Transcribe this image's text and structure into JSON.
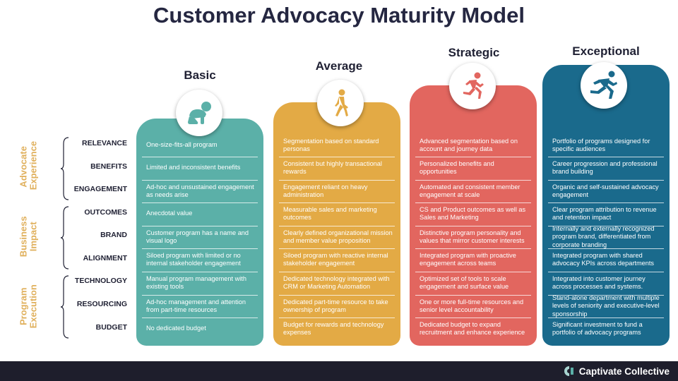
{
  "title": "Customer Advocacy Maturity Model",
  "levels": [
    "Basic",
    "Average",
    "Strategic",
    "Exceptional"
  ],
  "groups": [
    {
      "label": "Advocate Experience",
      "color": "#e0b05c"
    },
    {
      "label": "Business Impact",
      "color": "#e0b05c"
    },
    {
      "label": "Program Execution",
      "color": "#e0b05c"
    }
  ],
  "row_labels": [
    "RELEVANCE",
    "BENEFITS",
    "ENGAGEMENT",
    "OUTCOMES",
    "BRAND",
    "ALIGNMENT",
    "TECHNOLOGY",
    "RESOURCING",
    "BUDGET"
  ],
  "columns": [
    {
      "level": "Basic",
      "color": "#5bb0a8",
      "icon": "crawling-baby-icon",
      "cells": [
        "One-size-fits-all program",
        "Limited and inconsistent benefits",
        "Ad-hoc and unsustained engagement as needs arise",
        "Anecdotal value",
        "Customer program has a name and visual logo",
        "Siloed program with limited or no internal stakeholder engagement",
        "Manual program management with existing tools",
        "Ad-hoc management and attention from part-time resources",
        "No dedicated budget"
      ]
    },
    {
      "level": "Average",
      "color": "#e3aa45",
      "icon": "walking-person-icon",
      "cells": [
        "Segmentation based on standard personas",
        "Consistent but highly transactional rewards",
        "Engagement reliant on heavy administration",
        "Measurable sales and marketing outcomes",
        "Clearly defined organizational mission and member value proposition",
        "Siloed program with reactive internal stakeholder engagement",
        "Dedicated technology integrated with CRM or Marketing Automation",
        "Dedicated part-time resource to take ownership of program",
        "Budget for rewards and technology expenses"
      ]
    },
    {
      "level": "Strategic",
      "color": "#e2665f",
      "icon": "running-person-icon",
      "cells": [
        "Advanced segmentation based on account and journey data",
        "Personalized benefits and opportunities",
        "Automated and consistent member engagement at scale",
        "CS and Product outcomes as well as Sales and Marketing",
        "Distinctive program personality and values that mirror customer interests",
        "Integrated program with proactive engagement across teams",
        "Optimized set of tools to scale engagement and surface value",
        "One or more full-time resources and senior level accountability",
        "Dedicated budget to expand recruitment and enhance experience"
      ]
    },
    {
      "level": "Exceptional",
      "color": "#1a6a8c",
      "icon": "sprinting-person-icon",
      "cells": [
        "Portfolio of programs designed for specific audiences",
        "Career progression and professional brand building",
        "Organic and self-sustained advocacy engagement",
        "Clear program attribution to revenue and retention impact",
        "Internally and externally recognized program brand, differentiated from corporate branding",
        "Integrated program with shared advocacy KPIs across departments",
        "Integrated into customer journey across processes and systems.",
        "Stand-alone department with multiple levels of seniority and executive-level sponsorship",
        "Significant investment to fund a portfolio of advocacy programs"
      ]
    }
  ],
  "footer": {
    "brand": "Captivate Collective",
    "logo_icon": "captivate-logo-icon",
    "background": "#1e1e2c"
  }
}
